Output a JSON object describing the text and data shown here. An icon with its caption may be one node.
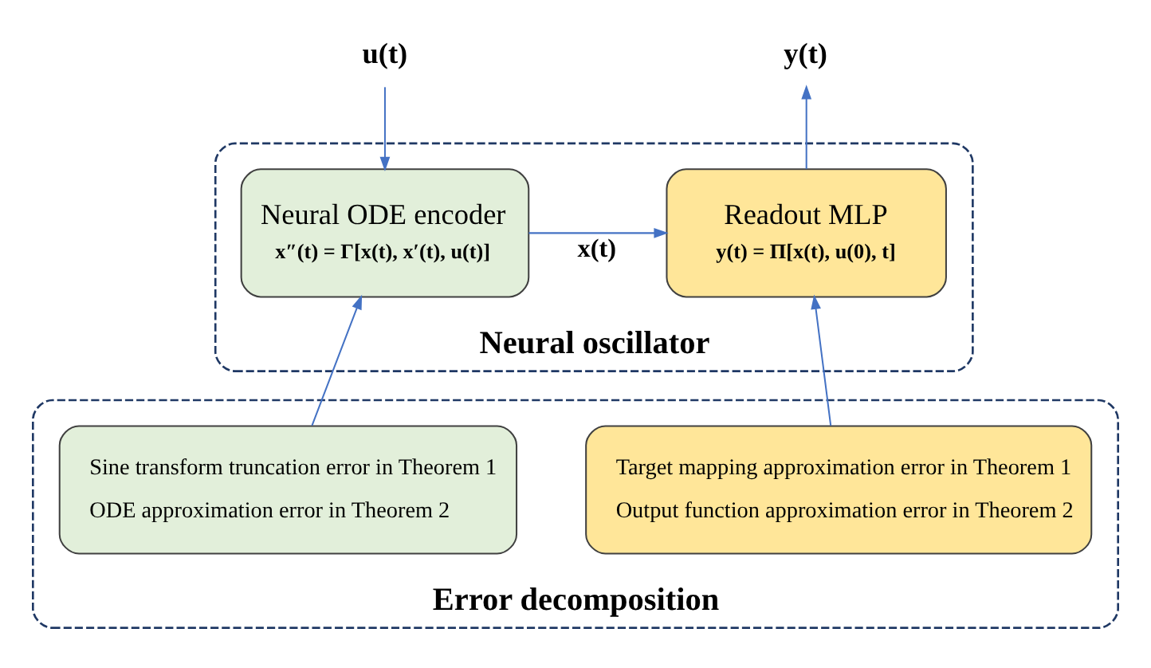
{
  "diagram": {
    "nodes": [
      {
        "text": [
          "Neural oscillator"
        ]
      },
      {
        "text": [
          "u(t)"
        ]
      },
      {
        "text": [
          "Neural ODE encoder",
          "x″(t) = Γ[x(t), x′(t), u(t)]"
        ],
        "in": 0
      },
      {
        "text": [
          "Readout MLP",
          "y(t) = Π[x(t), u(0), t]"
        ],
        "in": 0
      },
      {
        "text": [
          "y(t)"
        ]
      },
      {
        "text": [
          "Error decomposition"
        ]
      },
      {
        "text": [
          "Sine transform truncation error in Theorem 1",
          "ODE approximation error in Theorem 2"
        ],
        "in": 5
      },
      {
        "text": [
          "Target mapping approximation error in Theorem 1",
          "Output function approximation error in Theorem 2"
        ],
        "in": 5
      }
    ],
    "edges": [
      {
        "from": 1,
        "to": 2,
        "arrow": "to"
      },
      {
        "from": 2,
        "to": 3,
        "arrow": "to",
        "label": "x(t)"
      },
      {
        "from": 3,
        "to": 4,
        "arrow": "to"
      },
      {
        "from": 6,
        "to": 2,
        "arrow": "to"
      },
      {
        "from": 7,
        "to": 3,
        "arrow": "to"
      }
    ]
  }
}
